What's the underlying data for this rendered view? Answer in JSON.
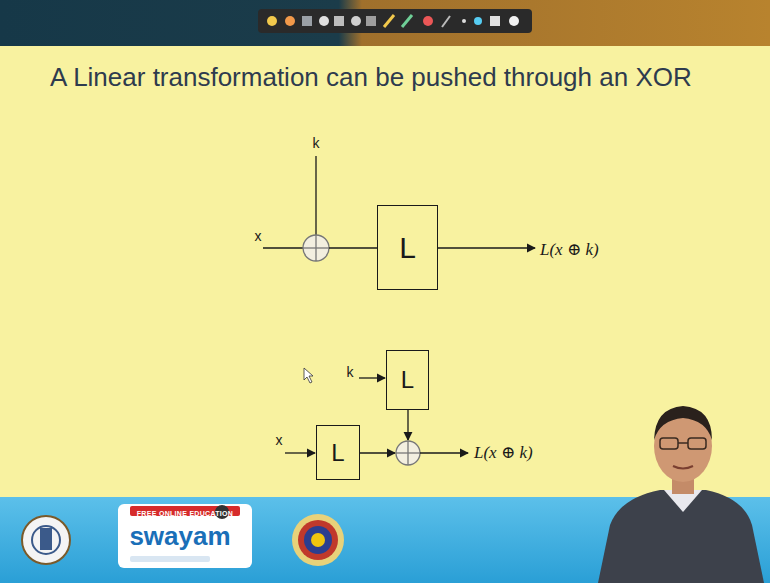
{
  "diagram": {
    "title": "A Linear transformation can be pushed through an XOR",
    "nodes": [
      {
        "text": [
          "L"
        ]
      },
      {
        "text": [
          "L"
        ]
      },
      {
        "text": [
          "L"
        ]
      }
    ],
    "labels": [
      "k",
      "x",
      "L(x ⊕ k)",
      "k",
      "x",
      "L(x ⊕ k)",
      "FREE ONLINE EDUCATION",
      "swayam"
    ]
  }
}
